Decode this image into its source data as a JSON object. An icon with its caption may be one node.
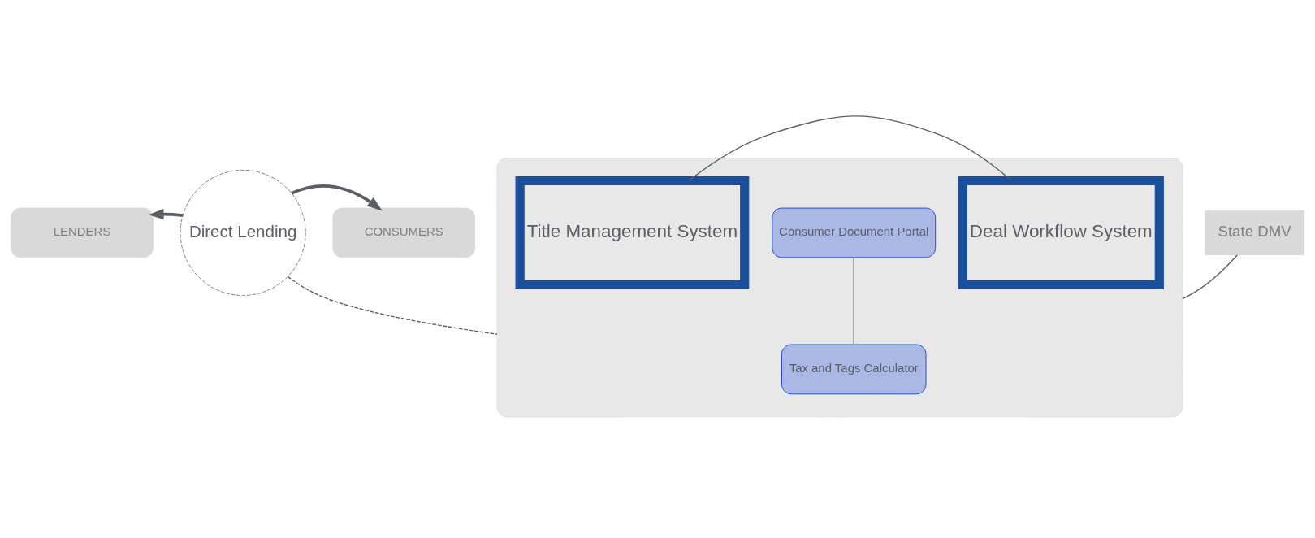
{
  "diagram": {
    "nodes": [
      {
        "text": [
          "LENDERS"
        ]
      },
      {
        "text": [
          "Direct Lending"
        ]
      },
      {
        "text": [
          "CONSUMERS"
        ]
      },
      {
        "text": [],
        "shape": "box"
      },
      {
        "text": [
          "Title Management System"
        ],
        "in": 3
      },
      {
        "text": [
          "Consumer Document Portal"
        ],
        "in": 3
      },
      {
        "text": [
          "Tax and Tags Calculator"
        ],
        "in": 3
      },
      {
        "text": [
          "Deal Workflow System"
        ],
        "in": 3
      },
      {
        "text": [
          "State DMV"
        ]
      }
    ],
    "edges": [
      {
        "from": 1,
        "to": 0,
        "arrow": "to"
      },
      {
        "from": 1,
        "to": 2,
        "arrow": "to"
      },
      {
        "from": 1,
        "to": 3,
        "arrow": "none",
        "style": "dashed"
      },
      {
        "from": 4,
        "to": 7,
        "arrow": "none"
      },
      {
        "from": 5,
        "to": 6,
        "arrow": "none"
      },
      {
        "from": 3,
        "to": 8,
        "arrow": "none"
      }
    ]
  }
}
